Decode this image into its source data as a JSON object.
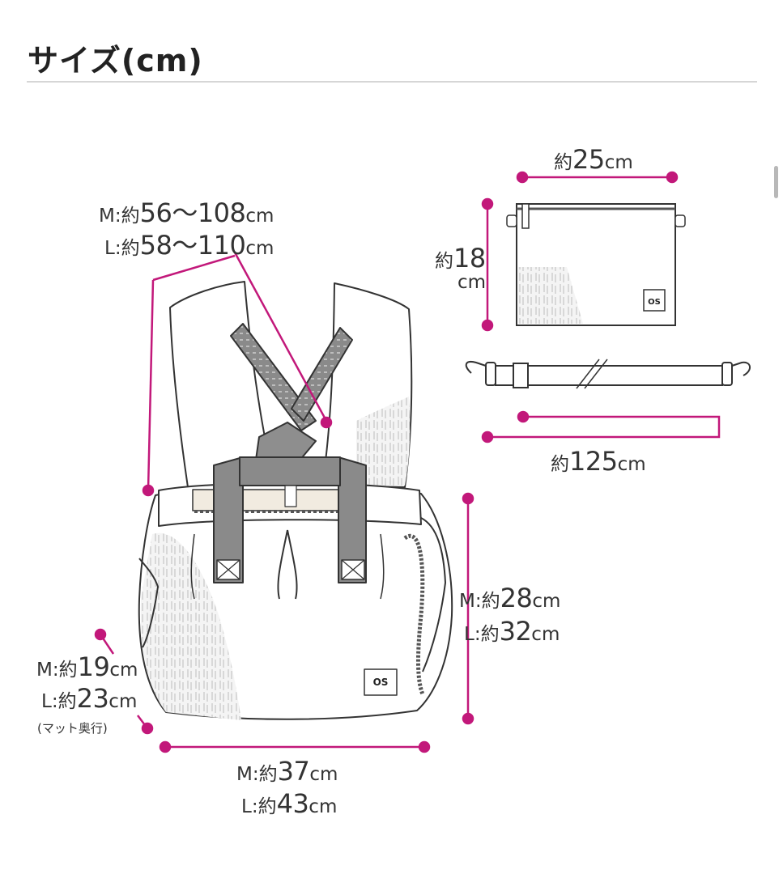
{
  "title": "サイズ(cm)",
  "accent_color": "#c2187a",
  "labels": {
    "strap_m_prefix": "M:約",
    "strap_m_value": "56〜108",
    "strap_m_unit": "cm",
    "strap_l_prefix": "L:約",
    "strap_l_value": "58〜110",
    "strap_l_unit": "cm",
    "pouch_width_prefix": "約",
    "pouch_width_value": "25",
    "pouch_width_unit": "cm",
    "pouch_height_prefix": "約",
    "pouch_height_value": "18",
    "pouch_height_unit": "cm",
    "shoulder_strap_prefix": "約",
    "shoulder_strap_value": "125",
    "shoulder_strap_unit": "cm",
    "height_m_prefix": "M:約",
    "height_m_value": "28",
    "height_m_unit": "cm",
    "height_l_prefix": "L:約",
    "height_l_value": "32",
    "height_l_unit": "cm",
    "depth_m_prefix": "M:約",
    "depth_m_value": "19",
    "depth_m_unit": "cm",
    "depth_l_prefix": "L:約",
    "depth_l_value": "23",
    "depth_l_unit": "cm",
    "depth_note": "(マット奥行)",
    "width_m_prefix": "M:約",
    "width_m_value": "37",
    "width_m_unit": "cm",
    "width_l_prefix": "L:約",
    "width_l_value": "43",
    "width_l_unit": "cm"
  },
  "icons": [
    "brand-logo-icon",
    "zipper-icon",
    "snap-hook-icon",
    "buckle-icon"
  ]
}
